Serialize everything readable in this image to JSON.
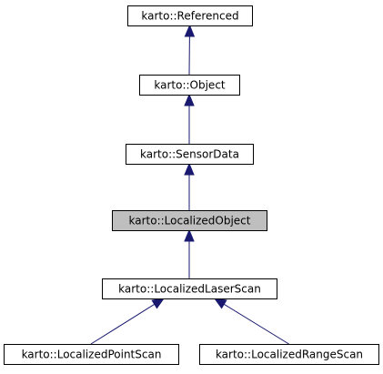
{
  "colors": {
    "node_fill": "#ffffff",
    "highlighted_node_fill": "#bfbfbf",
    "node_border": "#000000",
    "edge": "#191970"
  },
  "nodes": [
    {
      "id": "referenced",
      "label": "karto::Referenced",
      "highlighted": false
    },
    {
      "id": "object",
      "label": "karto::Object",
      "highlighted": false
    },
    {
      "id": "sensordata",
      "label": "karto::SensorData",
      "highlighted": false
    },
    {
      "id": "localizedobject",
      "label": "karto::LocalizedObject",
      "highlighted": true
    },
    {
      "id": "localizedlaserscan",
      "label": "karto::LocalizedLaserScan",
      "highlighted": false
    },
    {
      "id": "localizedpointscan",
      "label": "karto::LocalizedPointScan",
      "highlighted": false
    },
    {
      "id": "localizedrangescan",
      "label": "karto::LocalizedRangeScan",
      "highlighted": false
    }
  ],
  "edges": [
    {
      "from": "object",
      "to": "referenced"
    },
    {
      "from": "sensordata",
      "to": "object"
    },
    {
      "from": "localizedobject",
      "to": "sensordata"
    },
    {
      "from": "localizedlaserscan",
      "to": "localizedobject"
    },
    {
      "from": "localizedpointscan",
      "to": "localizedlaserscan"
    },
    {
      "from": "localizedrangescan",
      "to": "localizedlaserscan"
    }
  ]
}
